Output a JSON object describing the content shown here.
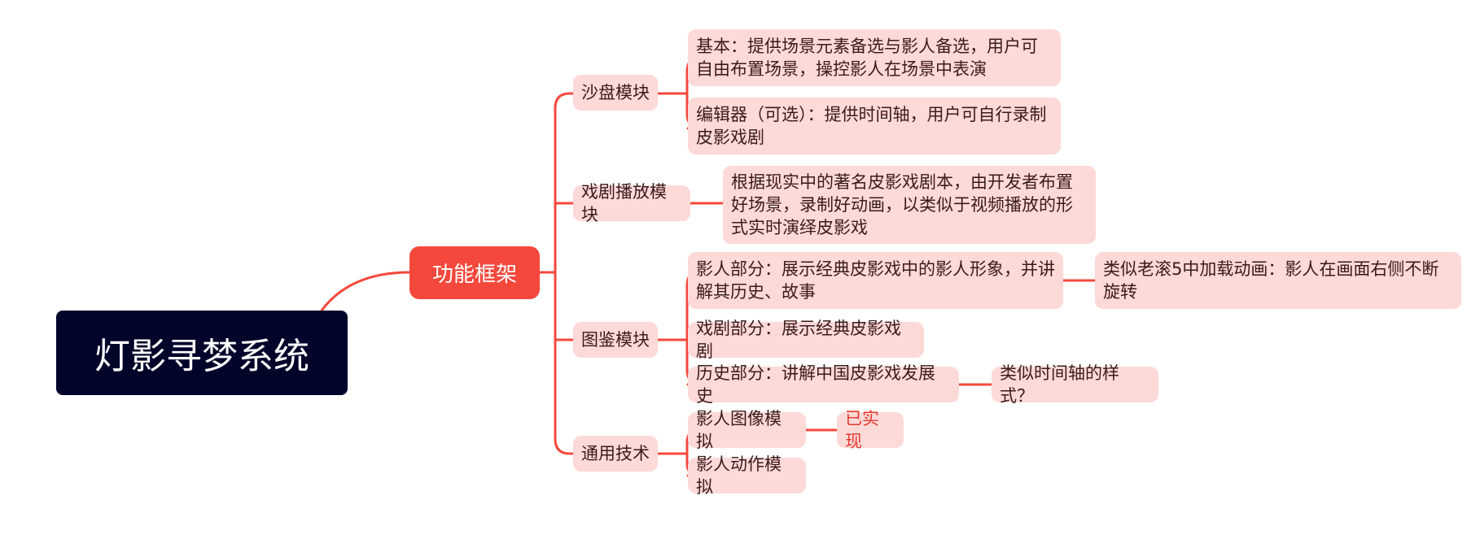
{
  "root": "灯影寻梦系统",
  "main": "功能框架",
  "categories": [
    {
      "label": "沙盘模块",
      "children": [
        "基本：提供场景元素备选与影人备选，用户可自由布置场景，操控影人在场景中表演",
        "编辑器（可选）：提供时间轴，用户可自行录制皮影戏剧"
      ]
    },
    {
      "label": "戏剧播放模块",
      "children": [
        "根据现实中的著名皮影戏剧本，由开发者布置好场景，录制好动画，以类似于视频播放的形式实时演绎皮影戏"
      ]
    },
    {
      "label": "图鉴模块",
      "children": [
        {
          "text": "影人部分：展示经典皮影戏中的影人形象，并讲解其历史、故事",
          "note": "类似老滚5中加载动画：影人在画面右侧不断旋转"
        },
        {
          "text": "戏剧部分：展示经典皮影戏剧"
        },
        {
          "text": "历史部分：讲解中国皮影戏发展史",
          "note": "类似时间轴的样式？"
        }
      ]
    },
    {
      "label": "通用技术",
      "children": [
        {
          "text": "影人图像模拟",
          "note": "已实现"
        },
        {
          "text": "影人动作模拟"
        }
      ]
    }
  ],
  "colors": {
    "root_bg": "#02042a",
    "main_bg": "#f5483c",
    "node_bg": "#fdd9d7",
    "line": "#f5483c",
    "highlight_text": "#e33b30"
  }
}
